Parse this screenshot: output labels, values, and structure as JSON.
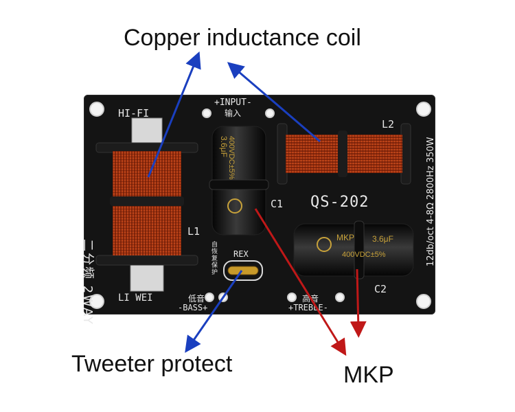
{
  "callouts": {
    "copper": "Copper inductance coil",
    "tweeter": "Tweeter protect",
    "mkp": "MKP"
  },
  "board": {
    "hifi": "HI-FI",
    "input_en": "+INPUT-",
    "input_cn": "输入",
    "l2": "L2",
    "model": "QS-202",
    "c1": "C1",
    "c2": "C2",
    "l1": "L1",
    "liwei": "LI WEI",
    "bass_cn": "低音",
    "bass_en": "-BASS+",
    "treble_cn": "高音",
    "treble_en": "+TREBLE-",
    "rex": "REX",
    "selfreset_cn": "自恢复保护",
    "side_cn": "二分频 2WAY",
    "specs": "12db/oct 4-8Ω 2800Hz 350W",
    "cap_c1_value": "3.6μF",
    "cap_c1_voltage": "400VDC±5%",
    "cap_c2_value": "3.6μF",
    "cap_c2_voltage": "400VDC±5%",
    "cap_brand": "MKP"
  },
  "colors": {
    "arrow_blue": "#1a3fbf",
    "arrow_red": "#c01818",
    "pcb": "#141414",
    "copper": "#c2401a"
  }
}
